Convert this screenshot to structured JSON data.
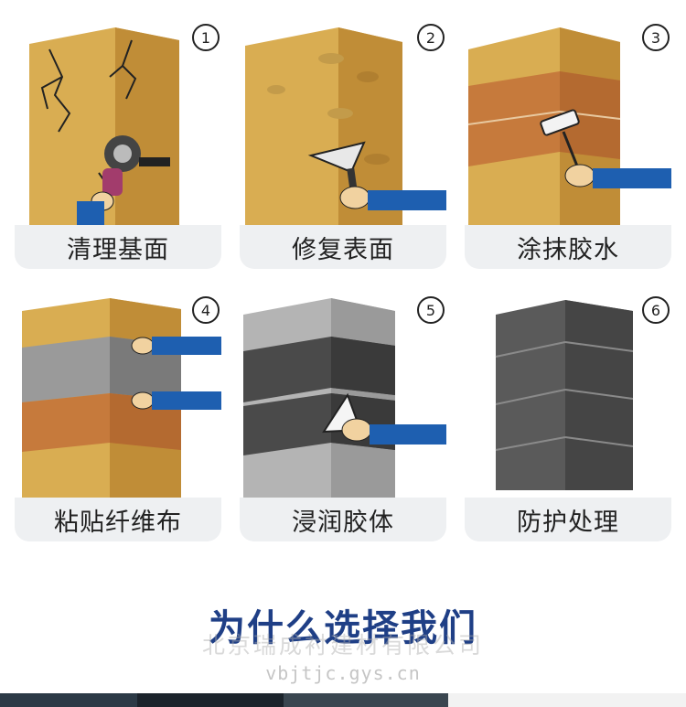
{
  "steps": [
    {
      "number": "1",
      "label": "清理基面",
      "icon": "angle-grinder-icon"
    },
    {
      "number": "2",
      "label": "修复表面",
      "icon": "putty-knife-icon"
    },
    {
      "number": "3",
      "label": "涂抹胶水",
      "icon": "paint-roller-icon"
    },
    {
      "number": "4",
      "label": "粘贴纤维布",
      "icon": "fiber-sheet-icon"
    },
    {
      "number": "5",
      "label": "浸润胶体",
      "icon": "scraper-icon"
    },
    {
      "number": "6",
      "label": "防护处理",
      "icon": "finished-column-icon"
    }
  ],
  "headline": "为什么选择我们",
  "watermark": "北京瑞成衬建材有限公司",
  "website": "vbjtjc.gys.cn",
  "colors": {
    "column_light": "#d4a84f",
    "column_dark": "#bf8c36",
    "glue_band": "#c67a3c",
    "fiber_gray": "#8a8a8a",
    "finished_dark": "#555555",
    "sleeve_blue": "#1e5fb0",
    "label_bg": "#eef0f2",
    "headline": "#1f3f86"
  }
}
